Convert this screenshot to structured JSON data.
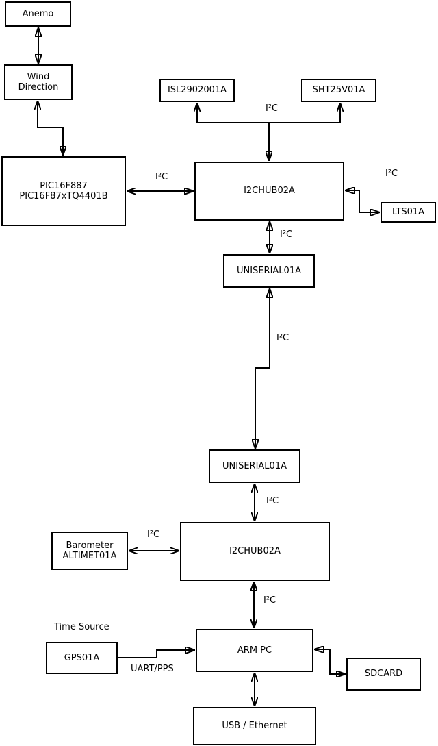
{
  "colors": {
    "background": "#ffffff",
    "line": "#000000",
    "text": "#000000"
  },
  "nodes": {
    "anemo": {
      "label": "Anemo"
    },
    "wind_direction": {
      "label": "Wind\nDirection"
    },
    "pic": {
      "label": "PIC16F887\nPIC16F87xTQ4401B"
    },
    "isl": {
      "label": "ISL2902001A"
    },
    "sht": {
      "label": "SHT25V01A"
    },
    "hub1": {
      "label": "I2CHUB02A"
    },
    "lts": {
      "label": "LTS01A"
    },
    "uniserial1": {
      "label": "UNISERIAL01A"
    },
    "uniserial2": {
      "label": "UNISERIAL01A"
    },
    "hub2": {
      "label": "I2CHUB02A"
    },
    "barometer": {
      "label": "Barometer\nALTIMET01A"
    },
    "gps": {
      "label": "GPS01A"
    },
    "arm_pc": {
      "label": "ARM PC"
    },
    "sdcard": {
      "label": "SDCARD"
    },
    "usb_ethernet": {
      "label": "USB / Ethernet"
    }
  },
  "edge_labels": {
    "sensor_branch": "I²C",
    "pic_hub1": "I²C",
    "hub1_lts": "I²C",
    "hub1_uniserial1": "I²C",
    "uniserial_link": "I²C",
    "uniserial2_hub2": "I²C",
    "barometer_hub2": "I²C",
    "hub2_arm_pc": "I²C"
  },
  "annotations": {
    "time_source": "Time Source",
    "uart_pps": "UART/PPS"
  },
  "edges": [
    {
      "from": "anemo",
      "to": "wind_direction",
      "label": "",
      "bidirectional": true
    },
    {
      "from": "wind_direction",
      "to": "pic",
      "label": "",
      "bidirectional": true
    },
    {
      "from": "pic",
      "to": "hub1",
      "label": "I²C",
      "bidirectional": true
    },
    {
      "from": "hub1",
      "to": "isl",
      "label": "I²C",
      "bidirectional": false
    },
    {
      "from": "hub1",
      "to": "sht",
      "label": "I²C",
      "bidirectional": false
    },
    {
      "from": "hub1",
      "to": "lts",
      "label": "I²C",
      "bidirectional": true
    },
    {
      "from": "hub1",
      "to": "uniserial1",
      "label": "I²C",
      "bidirectional": true
    },
    {
      "from": "uniserial1",
      "to": "uniserial2",
      "label": "I²C",
      "bidirectional": true
    },
    {
      "from": "uniserial2",
      "to": "hub2",
      "label": "I²C",
      "bidirectional": true
    },
    {
      "from": "barometer",
      "to": "hub2",
      "label": "I²C",
      "bidirectional": true
    },
    {
      "from": "hub2",
      "to": "arm_pc",
      "label": "I²C",
      "bidirectional": true
    },
    {
      "from": "gps",
      "to": "arm_pc",
      "label": "UART/PPS",
      "bidirectional": false
    },
    {
      "from": "arm_pc",
      "to": "sdcard",
      "label": "",
      "bidirectional": true
    },
    {
      "from": "arm_pc",
      "to": "usb_ethernet",
      "label": "",
      "bidirectional": true
    }
  ]
}
